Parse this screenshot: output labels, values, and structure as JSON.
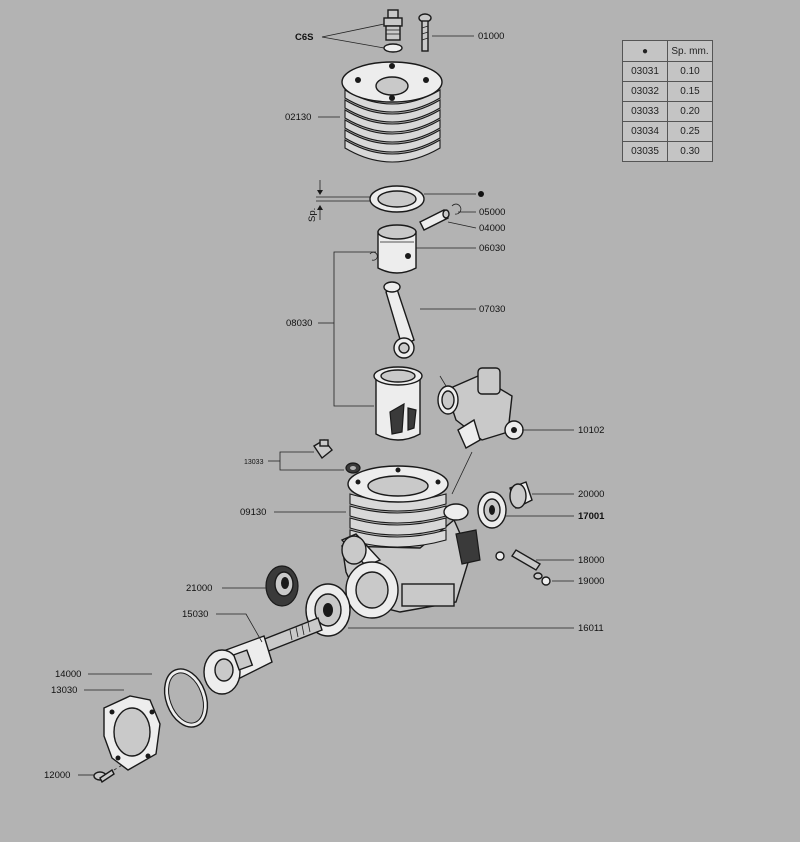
{
  "labels": {
    "c6s": "C6S",
    "p01000": "01000",
    "p02130": "02130",
    "p05000": "05000",
    "p04000": "04000",
    "p06030": "06030",
    "p07030": "07030",
    "p08030": "08030",
    "p10102": "10102",
    "p13033": "13033",
    "p09130": "09130",
    "p20000": "20000",
    "p17001": "17001",
    "p18000": "18000",
    "p19000": "19000",
    "p21000": "21000",
    "p15030": "15030",
    "p16011": "16011",
    "p14000": "14000",
    "p13030": "13030",
    "p12000": "12000",
    "sp": "Sp."
  },
  "table": {
    "header_symbol": "●",
    "header_thickness": "Sp. mm.",
    "rows": [
      {
        "code": "03031",
        "thickness": "0.10"
      },
      {
        "code": "03032",
        "thickness": "0.15"
      },
      {
        "code": "03033",
        "thickness": "0.20"
      },
      {
        "code": "03034",
        "thickness": "0.25"
      },
      {
        "code": "03035",
        "thickness": "0.30"
      }
    ]
  },
  "colors": {
    "background": "#b3b3b3",
    "ink": "#1a1a1a"
  }
}
